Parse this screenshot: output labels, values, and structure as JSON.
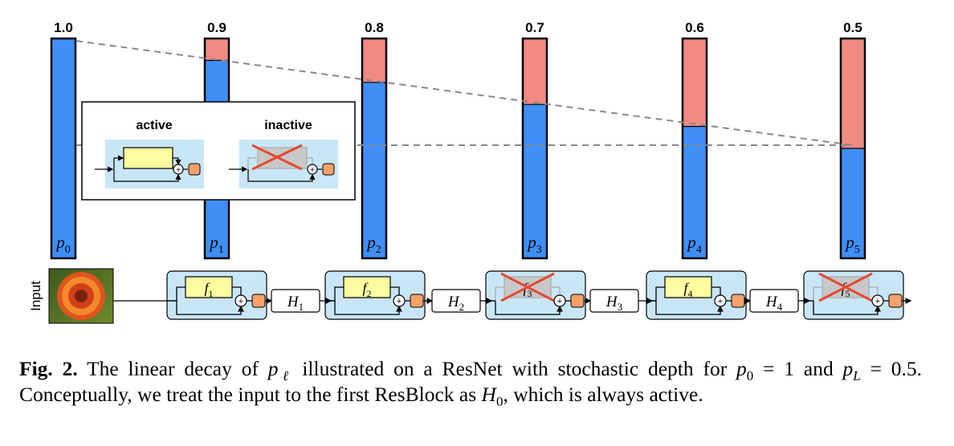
{
  "probabilities": [
    {
      "value": 1.0,
      "label": "1.0",
      "sub": "0",
      "state": "active"
    },
    {
      "value": 0.9,
      "label": "0.9",
      "sub": "1",
      "state": "active"
    },
    {
      "value": 0.8,
      "label": "0.8",
      "sub": "2",
      "state": "active"
    },
    {
      "value": 0.7,
      "label": "0.7",
      "sub": "3",
      "state": "inactive"
    },
    {
      "value": 0.6,
      "label": "0.6",
      "sub": "4",
      "state": "active"
    },
    {
      "value": 0.5,
      "label": "0.5",
      "sub": "5",
      "state": "inactive"
    }
  ],
  "bar_symbol": "p",
  "legend": {
    "active": "active",
    "inactive": "inactive"
  },
  "input_label": "Input",
  "block_symbol": "f",
  "hidden_symbol": "H",
  "blocks": [
    {
      "sub": "1",
      "state": "active"
    },
    {
      "sub": "2",
      "state": "active"
    },
    {
      "sub": "3",
      "state": "inactive"
    },
    {
      "sub": "4",
      "state": "active"
    },
    {
      "sub": "5",
      "state": "inactive"
    }
  ],
  "hidden_states": [
    "1",
    "2",
    "3",
    "4"
  ],
  "caption": {
    "label": "Fig. 2.",
    "t1": "The linear decay of",
    "p_ell": "p",
    "ell": "ℓ",
    "t2": "illustrated on a ResNet with stochastic depth for",
    "p0": "p",
    "p0_sub": "0",
    "eq1": " = 1",
    "t3": "and",
    "pL": "p",
    "pL_sub": "L",
    "eq2": " = 0.5. Conceptually, we treat the input to the first ResBlock as",
    "H0": "H",
    "H0_sub": "0",
    "t4": ", which is always active."
  },
  "colors": {
    "survive": "#3f8ff7",
    "drop": "#f08a82",
    "block_bg": "#c9e6f8",
    "f_box": "#fdfca0",
    "orange": "#f6a16a",
    "cross": "#e34a33",
    "f_inactive": "#c8c8c8"
  }
}
